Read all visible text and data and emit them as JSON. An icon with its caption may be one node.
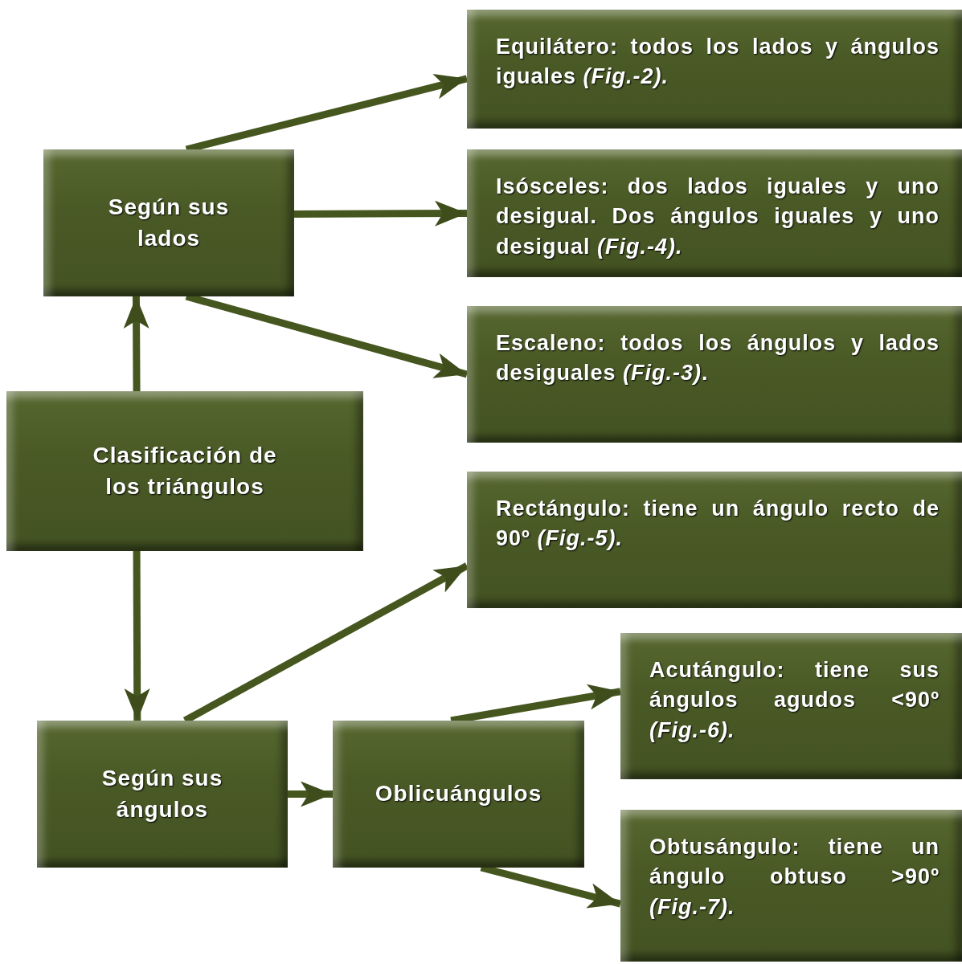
{
  "diagram": {
    "nodes": [
      {
        "text": [
          "Clasificación de los triángulos"
        ]
      },
      {
        "text": [
          "Según sus lados"
        ]
      },
      {
        "text": [
          "Equilátero: todos los lados y ángulos iguales *(Fig.-2).*"
        ]
      },
      {
        "text": [
          "Isósceles: dos lados iguales y uno desigual. Dos ángulos iguales y uno desigual *(Fig.-4).*"
        ]
      },
      {
        "text": [
          "Escaleno: todos los ángulos y lados desiguales *(Fig.-3)*."
        ]
      },
      {
        "text": [
          "Según sus ángulos"
        ]
      },
      {
        "text": [
          "Rectángulo: tiene un ángulo recto de 90º *(Fig.-5).*"
        ]
      },
      {
        "text": [
          "Oblicuángulos"
        ]
      },
      {
        "text": [
          "Acutángulo: tiene sus ángulos agudos <90º *(Fig.-6).*"
        ]
      },
      {
        "text": [
          "Obtusángulo: tiene un ángulo obtuso >90º *(Fig.-7).*"
        ]
      }
    ],
    "edges": [
      {
        "from": 0,
        "to": 1,
        "arrow": "to"
      },
      {
        "from": 0,
        "to": 5,
        "arrow": "to"
      },
      {
        "from": 1,
        "to": 2,
        "arrow": "to"
      },
      {
        "from": 1,
        "to": 3,
        "arrow": "to"
      },
      {
        "from": 1,
        "to": 4,
        "arrow": "to"
      },
      {
        "from": 5,
        "to": 6,
        "arrow": "to"
      },
      {
        "from": 5,
        "to": 7,
        "arrow": "to"
      },
      {
        "from": 7,
        "to": 8,
        "arrow": "to"
      },
      {
        "from": 7,
        "to": 9,
        "arrow": "to"
      }
    ]
  }
}
